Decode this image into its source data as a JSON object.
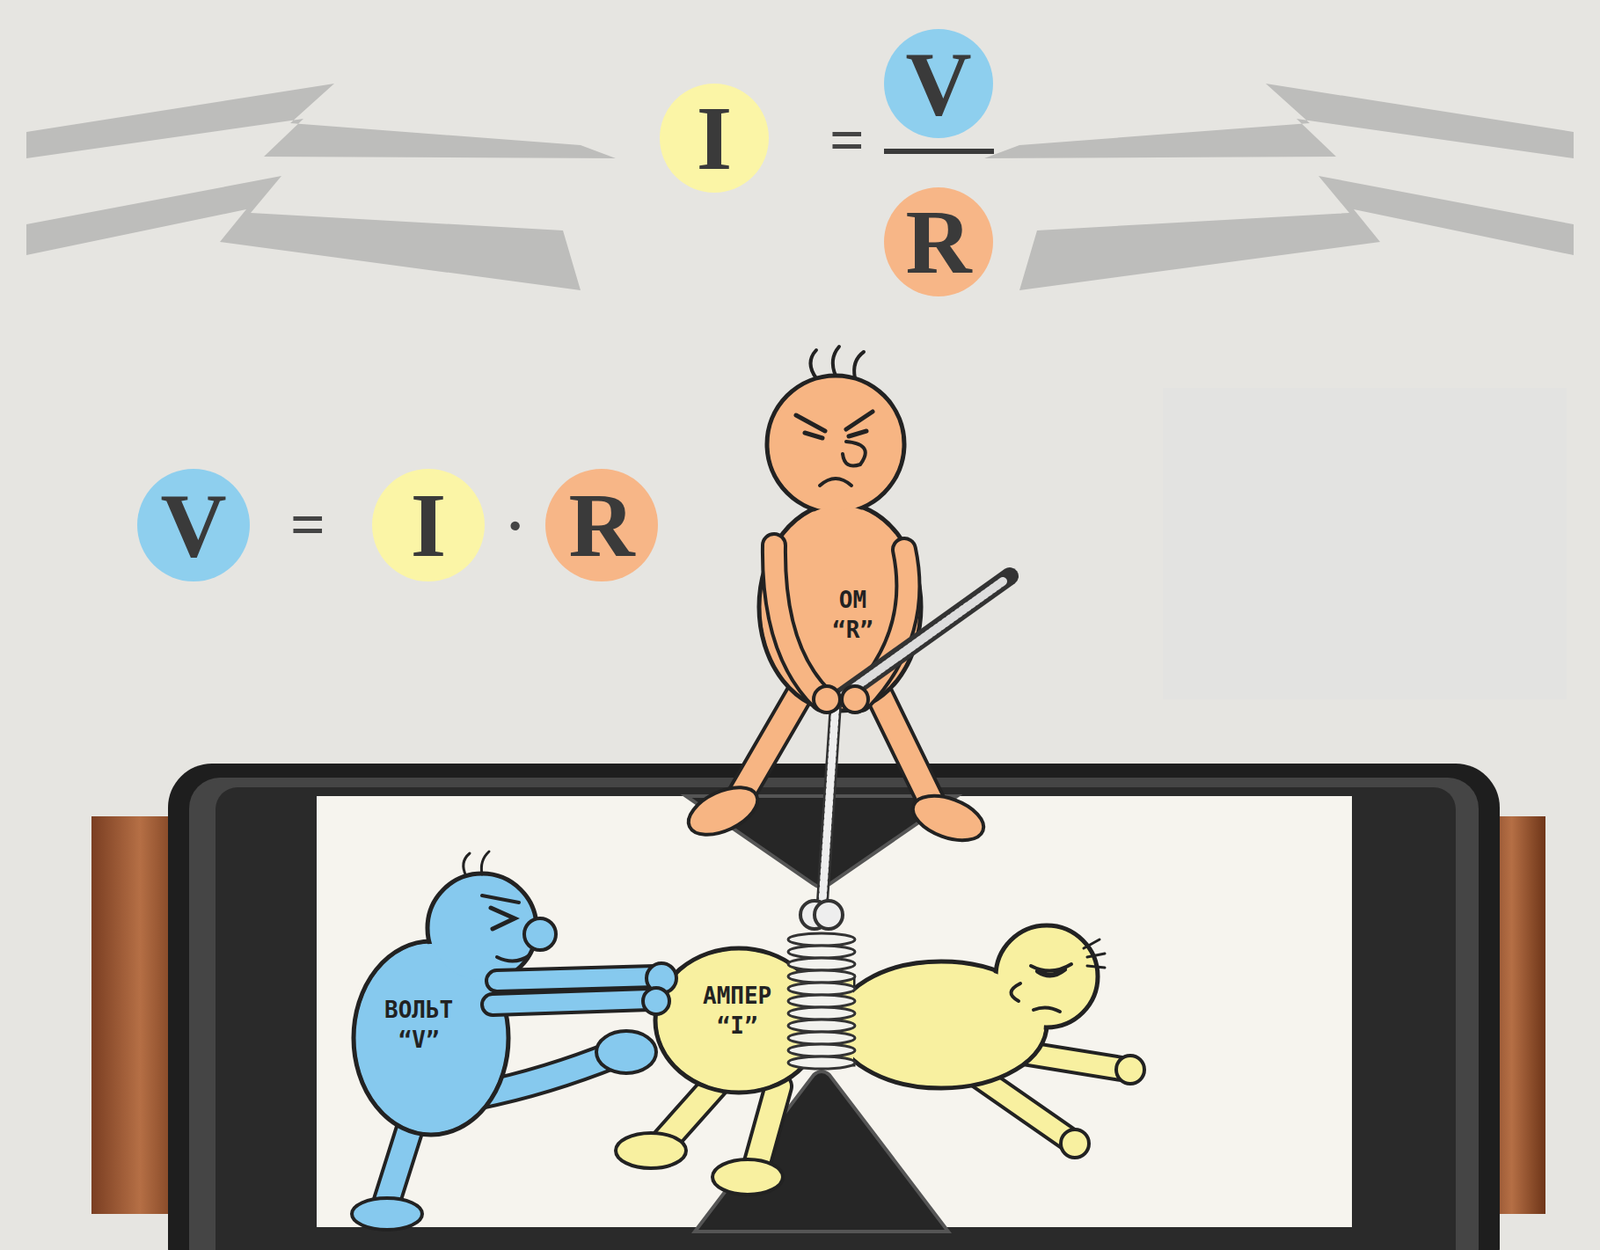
{
  "diagram": {
    "nodes": [
      {
        "text": [
          "I"
        ]
      },
      {
        "text": [
          "V"
        ]
      },
      {
        "text": [
          "R"
        ]
      },
      {
        "text": [
          "V"
        ]
      },
      {
        "text": [
          "I"
        ]
      },
      {
        "text": [
          "R"
        ]
      },
      {
        "text": [
          "ОМ",
          "“R”"
        ]
      },
      {
        "text": [
          "ВОЛЬТ",
          "“V”"
        ]
      },
      {
        "text": [
          "АМПЕР",
          "“I”"
        ]
      }
    ],
    "labels": [
      "=",
      "=",
      "·"
    ]
  }
}
